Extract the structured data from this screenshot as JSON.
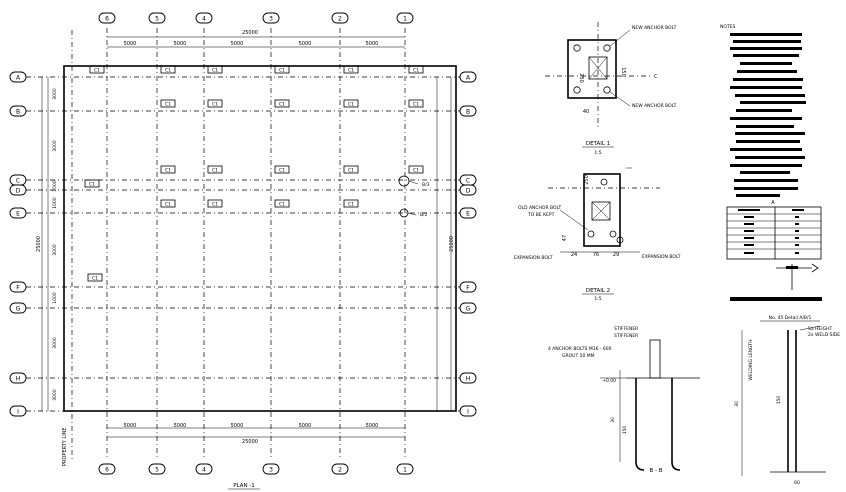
{
  "plan": {
    "title": "PLAN -1",
    "column_ids": [
      "6",
      "5",
      "4",
      "3",
      "2",
      "1"
    ],
    "row_ids": [
      "A",
      "B",
      "C",
      "D",
      "E",
      "F",
      "G",
      "H",
      "I"
    ],
    "overall_width_label": "25000",
    "bay_labels": [
      "5000",
      "5000",
      "5000",
      "5000",
      "5000"
    ],
    "side_total_label": "25000",
    "row_spacing_labels": [
      "3000",
      "3000",
      "1000",
      "1000",
      "3000",
      "1000",
      "3000",
      "3000"
    ],
    "column_tag": "C1",
    "property_line_label": "PROPERTY LINE",
    "callout_1": "B/3",
    "callout_2": "B/2"
  },
  "detail_1": {
    "title": "DETAIL 1",
    "scale": "1:5",
    "note_top": "NEW ANCHOR BOLT",
    "note_bottom": "NEW ANCHOR BOLT",
    "dim_left": "250",
    "dim_right": "150",
    "dim_bottom": "40",
    "section_mark": "C"
  },
  "detail_2": {
    "title": "DETAIL 2",
    "scale": "1:5",
    "note_left": "OLD ANCHOR BOLT",
    "note_left_2": "TO BE KEPT",
    "note_bottom_left": "EXPANSION BOLT",
    "note_bottom_right": "EXPANSION BOLT",
    "dims": [
      "24",
      "76",
      "29"
    ],
    "dim_side": "47",
    "dim_top": "250"
  },
  "section_b": {
    "title": "B - B",
    "notes": [
      "STIFFENER",
      "STIFFENER",
      "4 ANCHOR BOLTS M16 - 600",
      "GROUT 50 MM"
    ],
    "dims": [
      "30",
      "150"
    ],
    "level": "+0.00"
  },
  "typical_detail": {
    "title": "No. 45 Detail A/B/1",
    "notes": [
      "Sa HEIGHT",
      "2x WELD SIDE"
    ],
    "vertical_label": "WELDING LENGTH",
    "dims": [
      "30",
      "150",
      "60"
    ]
  },
  "legend": {
    "header": "NOTES",
    "table_title": "A",
    "rows": 7
  },
  "colors": {
    "ink": "#000000",
    "paper": "#ffffff"
  },
  "icons": [
    "grid-bubble",
    "section-arrow",
    "anchor-bolt"
  ]
}
